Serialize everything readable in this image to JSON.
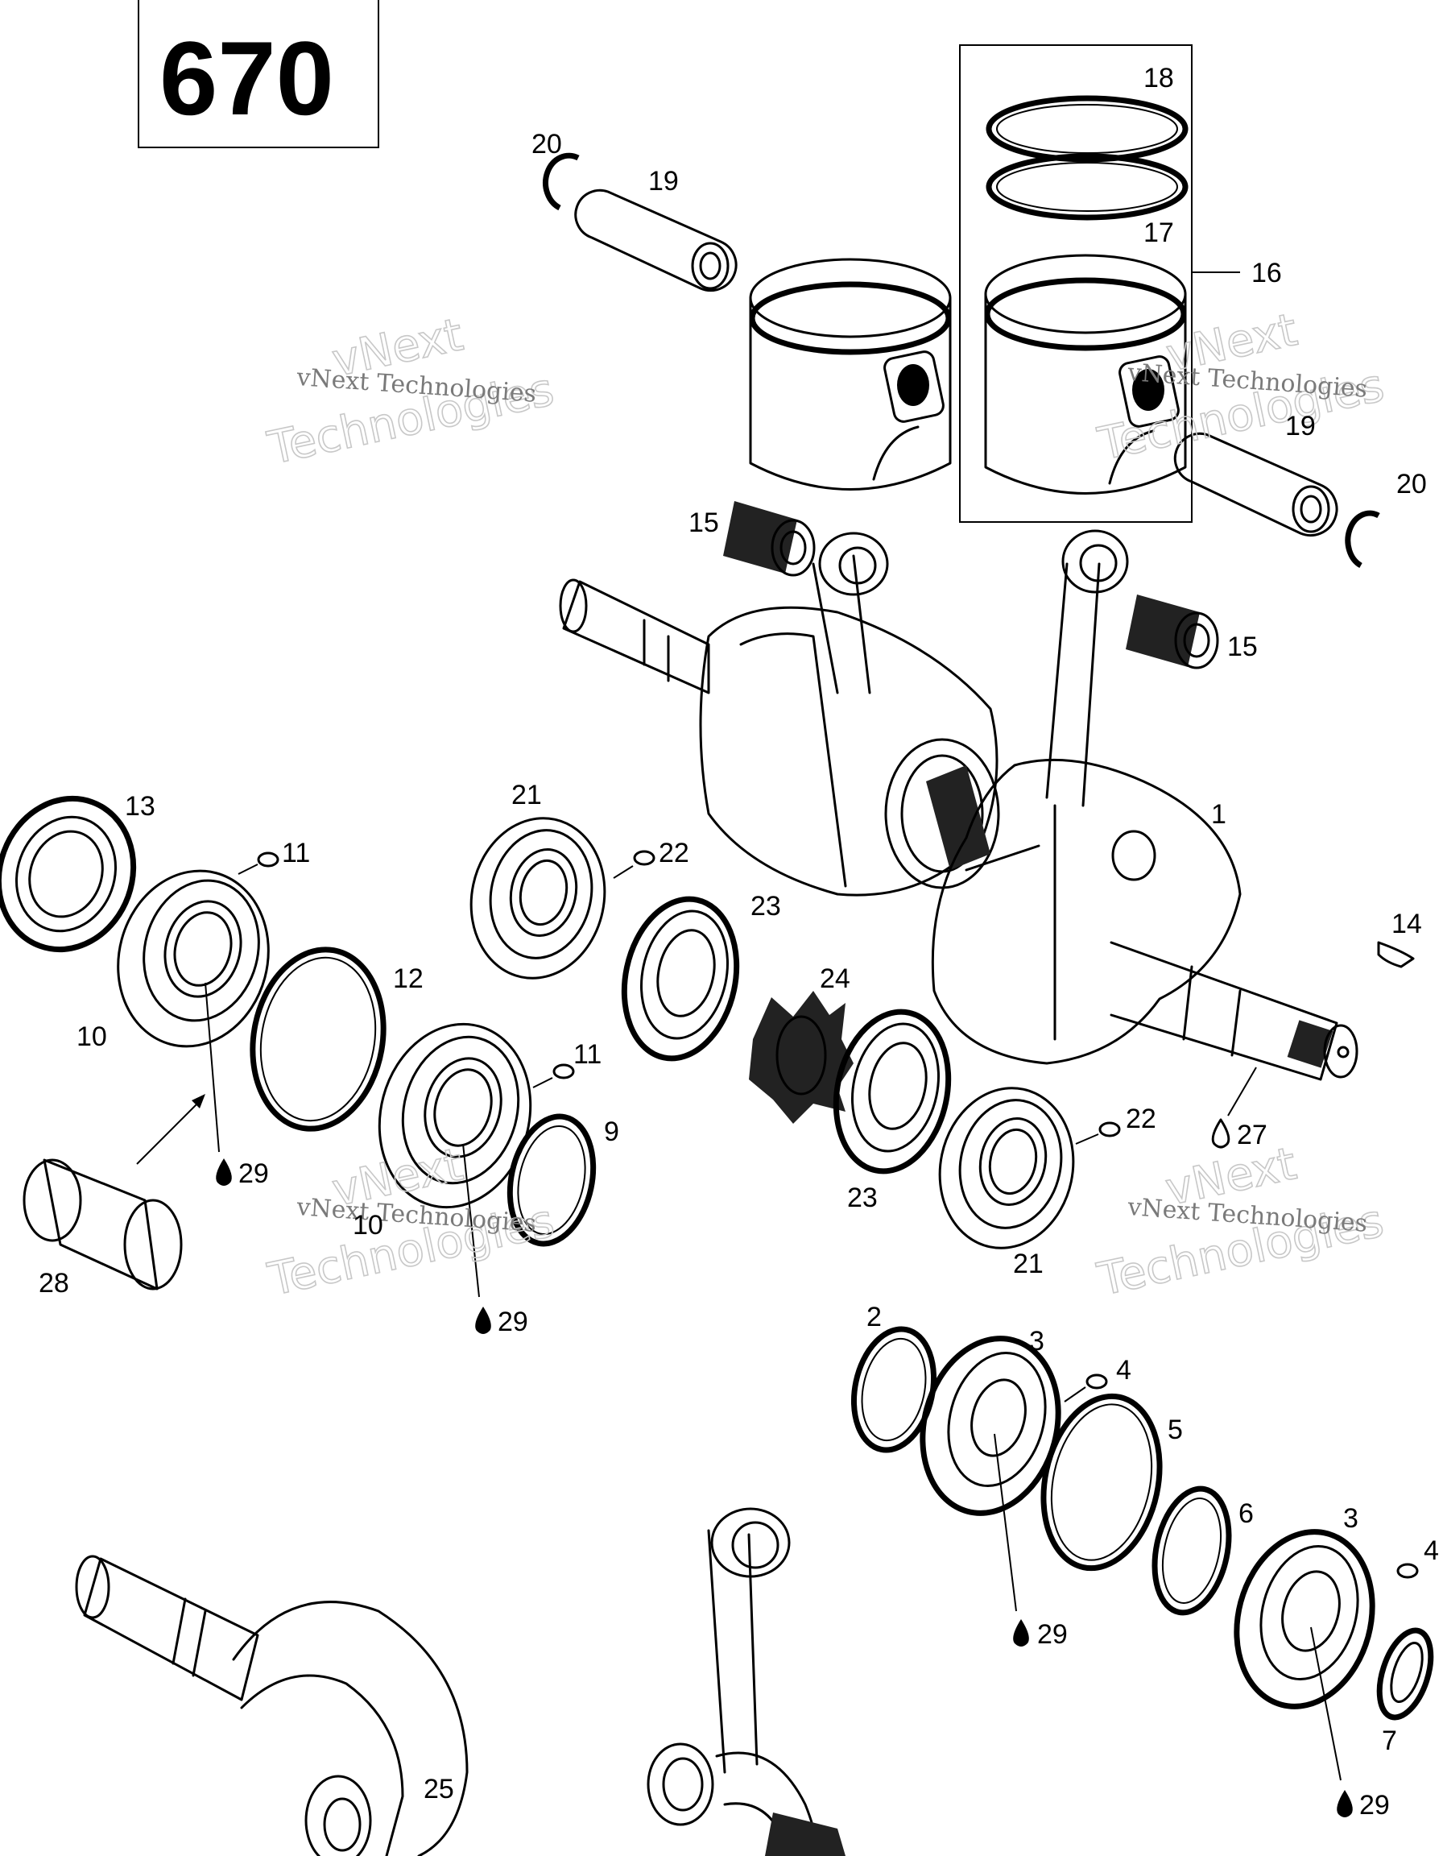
{
  "model_label": "670",
  "callouts": [
    {
      "id": "c18",
      "text": "18"
    },
    {
      "id": "c20a",
      "text": "20"
    },
    {
      "id": "c19a",
      "text": "19"
    },
    {
      "id": "c17",
      "text": "17"
    },
    {
      "id": "c16",
      "text": "16"
    },
    {
      "id": "c19b",
      "text": "19"
    },
    {
      "id": "c20b",
      "text": "20"
    },
    {
      "id": "c15a",
      "text": "15"
    },
    {
      "id": "c15b",
      "text": "15"
    },
    {
      "id": "c13",
      "text": "13"
    },
    {
      "id": "c21a",
      "text": "21"
    },
    {
      "id": "c11a",
      "text": "11"
    },
    {
      "id": "c22a",
      "text": "22"
    },
    {
      "id": "c1",
      "text": "1"
    },
    {
      "id": "c14",
      "text": "14"
    },
    {
      "id": "c23a",
      "text": "23"
    },
    {
      "id": "c12",
      "text": "12"
    },
    {
      "id": "c24",
      "text": "24"
    },
    {
      "id": "c10a",
      "text": "10"
    },
    {
      "id": "c11b",
      "text": "11"
    },
    {
      "id": "c29a",
      "text": "29"
    },
    {
      "id": "c9",
      "text": "9"
    },
    {
      "id": "c22b",
      "text": "22"
    },
    {
      "id": "c27",
      "text": "27"
    },
    {
      "id": "c23b",
      "text": "23"
    },
    {
      "id": "c21b",
      "text": "21"
    },
    {
      "id": "c10b",
      "text": "10"
    },
    {
      "id": "c28",
      "text": "28"
    },
    {
      "id": "c29b",
      "text": "29"
    },
    {
      "id": "c2",
      "text": "2"
    },
    {
      "id": "c3a",
      "text": "3"
    },
    {
      "id": "c4a",
      "text": "4"
    },
    {
      "id": "c5",
      "text": "5"
    },
    {
      "id": "c6",
      "text": "6"
    },
    {
      "id": "c3b",
      "text": "3"
    },
    {
      "id": "c4b",
      "text": "4"
    },
    {
      "id": "c29c",
      "text": "29"
    },
    {
      "id": "c7",
      "text": "7"
    },
    {
      "id": "c29d",
      "text": "29"
    },
    {
      "id": "c25",
      "text": "25"
    }
  ],
  "watermarks": [
    {
      "id": "w1",
      "small": "vNext Technologies",
      "big1": "vNext",
      "big2": "Technologies"
    },
    {
      "id": "w2",
      "small": "vNext Technologies",
      "big1": "vNext",
      "big2": "Technologies"
    },
    {
      "id": "w3",
      "small": "vNext Technologies",
      "big1": "vNext",
      "big2": "Technologies"
    },
    {
      "id": "w4",
      "small": "vNext Technologies",
      "big1": "vNext",
      "big2": "Technologies"
    }
  ]
}
